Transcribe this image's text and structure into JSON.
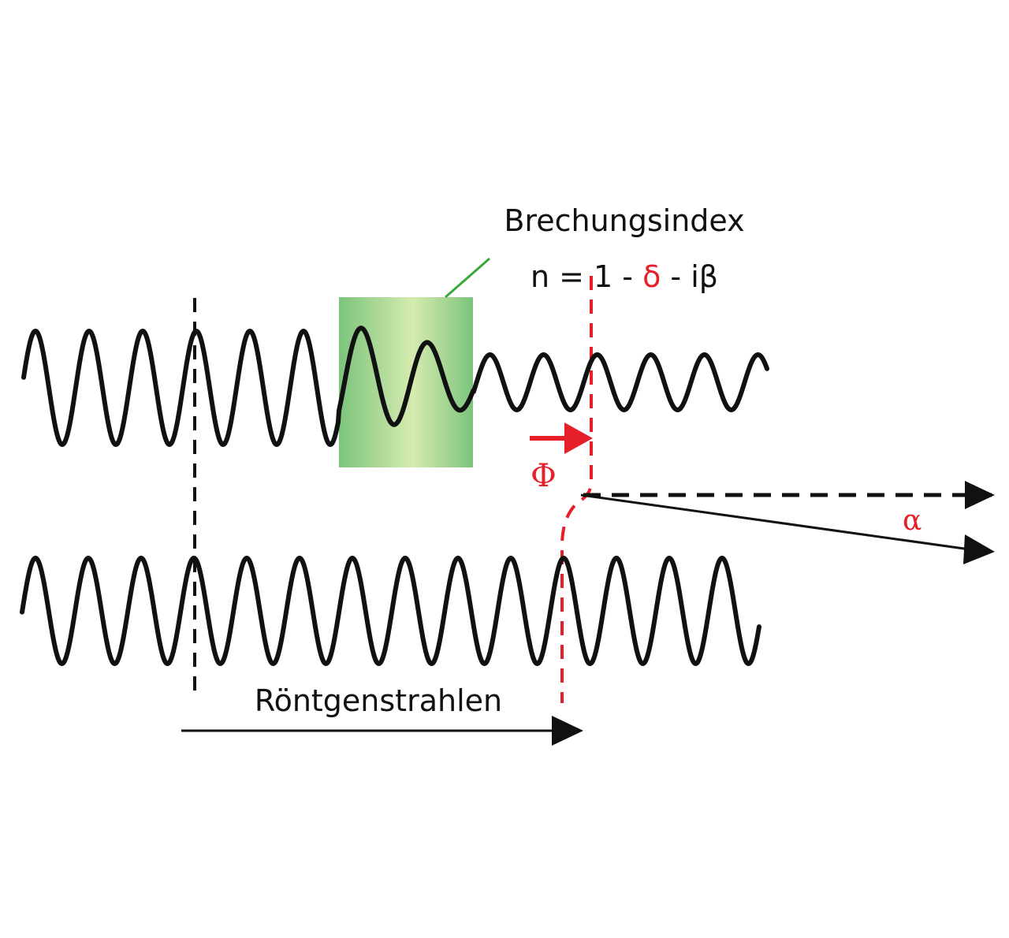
{
  "labels": {
    "refractive_index_title": "Brechungsindex",
    "formula_prefix": "n = 1 - ",
    "formula_delta": "δ",
    "formula_suffix": " - iβ",
    "phase_symbol": "Φ",
    "angle_symbol": "α",
    "beam_label": "Röntgenstrahlen"
  },
  "colors": {
    "wave": "#111111",
    "accent_red": "#e5202a",
    "sample_green_dark": "#7cc47c",
    "sample_green_light": "#d6ebb0",
    "leader_line": "#3aa83a"
  }
}
